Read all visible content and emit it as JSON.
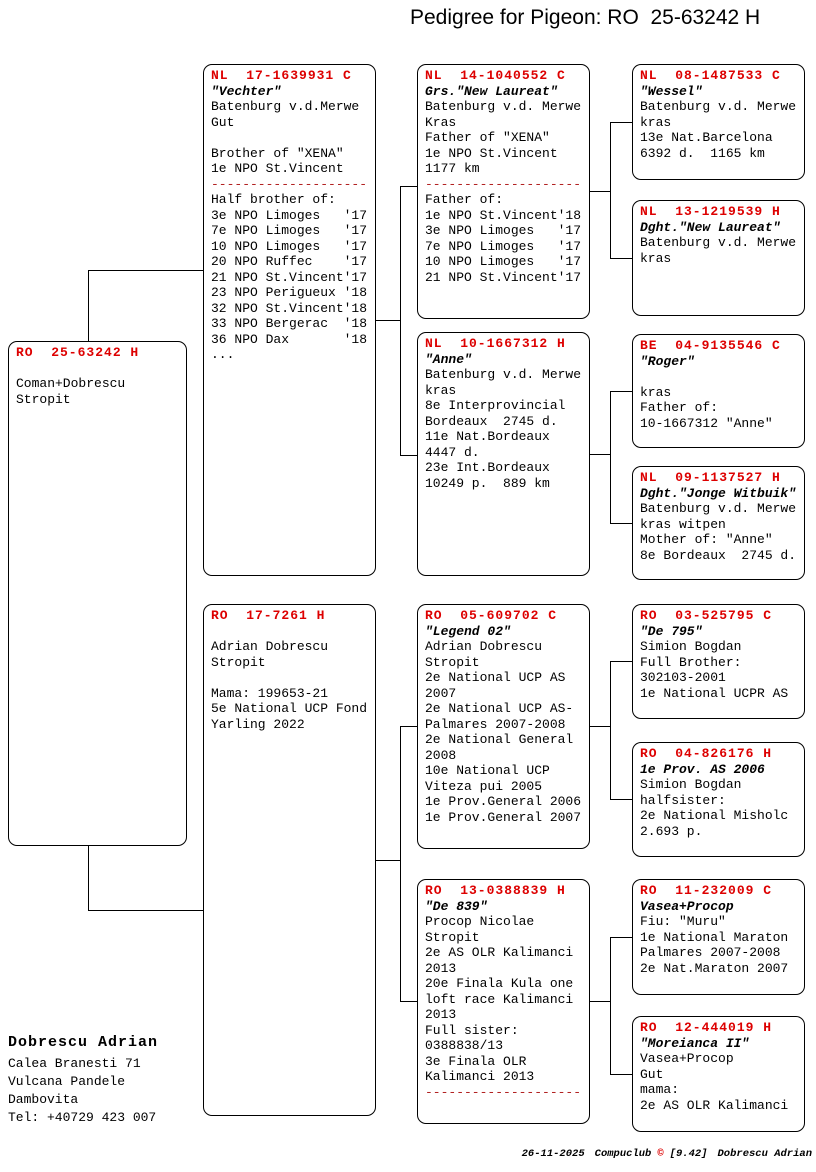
{
  "title": "Pedigree for Pigeon: RO  25-63242 H",
  "colors": {
    "accent_red": "#dd0000",
    "connector_black": "#000000"
  },
  "owner": {
    "name": "Dobrescu Adrian",
    "address_lines": [
      "Calea Branesti 71",
      "Vulcana Pandele",
      "Dambovita",
      "Tel: +40729 423 007"
    ]
  },
  "footer": {
    "date": "26-11-2025",
    "app": "Compuclub",
    "copyright_symbol": "©",
    "version": "[9.42]",
    "user": "Dobrescu Adrian"
  },
  "boxes": {
    "subject": {
      "header": "RO  25-63242 H",
      "lines": [
        "",
        "Coman+Dobrescu",
        "Stropit"
      ]
    },
    "sire": {
      "header": "NL  17-1639931 C",
      "name": "\"Vechter\"",
      "lines": [
        "Batenburg v.d.Merwe",
        "Gut",
        "",
        "Brother of \"XENA\"",
        "1e NPO St.Vincent"
      ],
      "sep": "--------------------",
      "lines2": [
        "Half brother of:",
        "3e NPO Limoges   '17",
        "7e NPO Limoges   '17",
        "10 NPO Limoges   '17",
        "20 NPO Ruffec    '17",
        "21 NPO St.Vincent'17",
        "23 NPO Perigueux '18",
        "32 NPO St.Vincent'18",
        "33 NPO Bergerac  '18",
        "36 NPO Dax       '18",
        "..."
      ]
    },
    "dam": {
      "header": "RO  17-7261 H",
      "lines": [
        "",
        "Adrian Dobrescu",
        "Stropit",
        "",
        "Mama: 199653-21",
        "5e National UCP Fond",
        "Yarling 2022"
      ]
    },
    "ss": {
      "header": "NL  14-1040552 C",
      "name": "Grs.\"New Laureat\"",
      "lines": [
        "Batenburg v.d. Merwe",
        "Kras",
        "Father of \"XENA\"",
        "1e NPO St.Vincent",
        "1177 km"
      ],
      "sep": "--------------------",
      "lines2": [
        "Father of:",
        "1e NPO St.Vincent'18",
        "3e NPO Limoges   '17",
        "7e NPO Limoges   '17",
        "10 NPO Limoges   '17",
        "21 NPO St.Vincent'17"
      ]
    },
    "sd": {
      "header": "NL  10-1667312 H",
      "name": "\"Anne\"",
      "lines": [
        "Batenburg v.d. Merwe",
        "kras",
        "8e Interprovincial",
        "Bordeaux  2745 d.",
        "11e Nat.Bordeaux",
        "4447 d.",
        "23e Int.Bordeaux",
        "10249 p.  889 km"
      ]
    },
    "ds": {
      "header": "RO  05-609702 C",
      "name": "\"Legend 02\"",
      "lines": [
        "Adrian Dobrescu",
        "Stropit",
        "2e National UCP AS",
        "2007",
        "2e National UCP AS-",
        "Palmares 2007-2008",
        "2e National General",
        "2008",
        "10e National UCP",
        "Viteza pui 2005",
        "1e Prov.General 2006",
        "1e Prov.General 2007"
      ]
    },
    "dd": {
      "header": "RO  13-0388839 H",
      "name": "\"De 839\"",
      "lines": [
        "Procop Nicolae",
        "Stropit",
        "2e AS OLR Kalimanci",
        "2013",
        "20e Finala Kula one",
        "loft race Kalimanci",
        "2013",
        "Full sister:",
        "0388838/13",
        "3e Finala OLR",
        "Kalimanci 2013"
      ],
      "sep": "--------------------"
    },
    "sss": {
      "header": "NL  08-1487533 C",
      "name": "\"Wessel\"",
      "lines": [
        "Batenburg v.d. Merwe",
        "kras",
        "13e Nat.Barcelona",
        "6392 d.  1165 km"
      ]
    },
    "ssd": {
      "header": "NL  13-1219539 H",
      "name": "Dght.\"New Laureat\"",
      "lines": [
        "Batenburg v.d. Merwe",
        "kras"
      ]
    },
    "sds": {
      "header": "BE  04-9135546 C",
      "name": "\"Roger\"",
      "lines": [
        "",
        "kras",
        "Father of:",
        "10-1667312 \"Anne\""
      ]
    },
    "sdd": {
      "header": "NL  09-1137527 H",
      "name": "Dght.\"Jonge Witbuik\"",
      "lines": [
        "Batenburg v.d. Merwe",
        "kras witpen",
        "Mother of: \"Anne\"",
        "8e Bordeaux  2745 d."
      ]
    },
    "dss": {
      "header": "RO  03-525795 C",
      "name": "\"De 795\"",
      "lines": [
        "Simion Bogdan",
        "Full Brother:",
        "302103-2001",
        "1e National UCPR AS"
      ]
    },
    "dsd": {
      "header": "RO  04-826176 H",
      "name": "1e Prov. AS 2006",
      "lines": [
        "Simion Bogdan",
        "halfsister:",
        "2e National Misholc",
        "2.693 p."
      ]
    },
    "dds": {
      "header": "RO  11-232009 C",
      "name": "Vasea+Procop",
      "lines": [
        "Fiu: \"Muru\"",
        "1e National Maraton",
        "Palmares 2007-2008",
        "2e Nat.Maraton 2007"
      ]
    },
    "ddd": {
      "header": "RO  12-444019 H",
      "name": "\"Moreianca II\"",
      "lines": [
        "Vasea+Procop",
        "Gut",
        "mama:",
        "2e AS OLR Kalimanci"
      ]
    }
  }
}
